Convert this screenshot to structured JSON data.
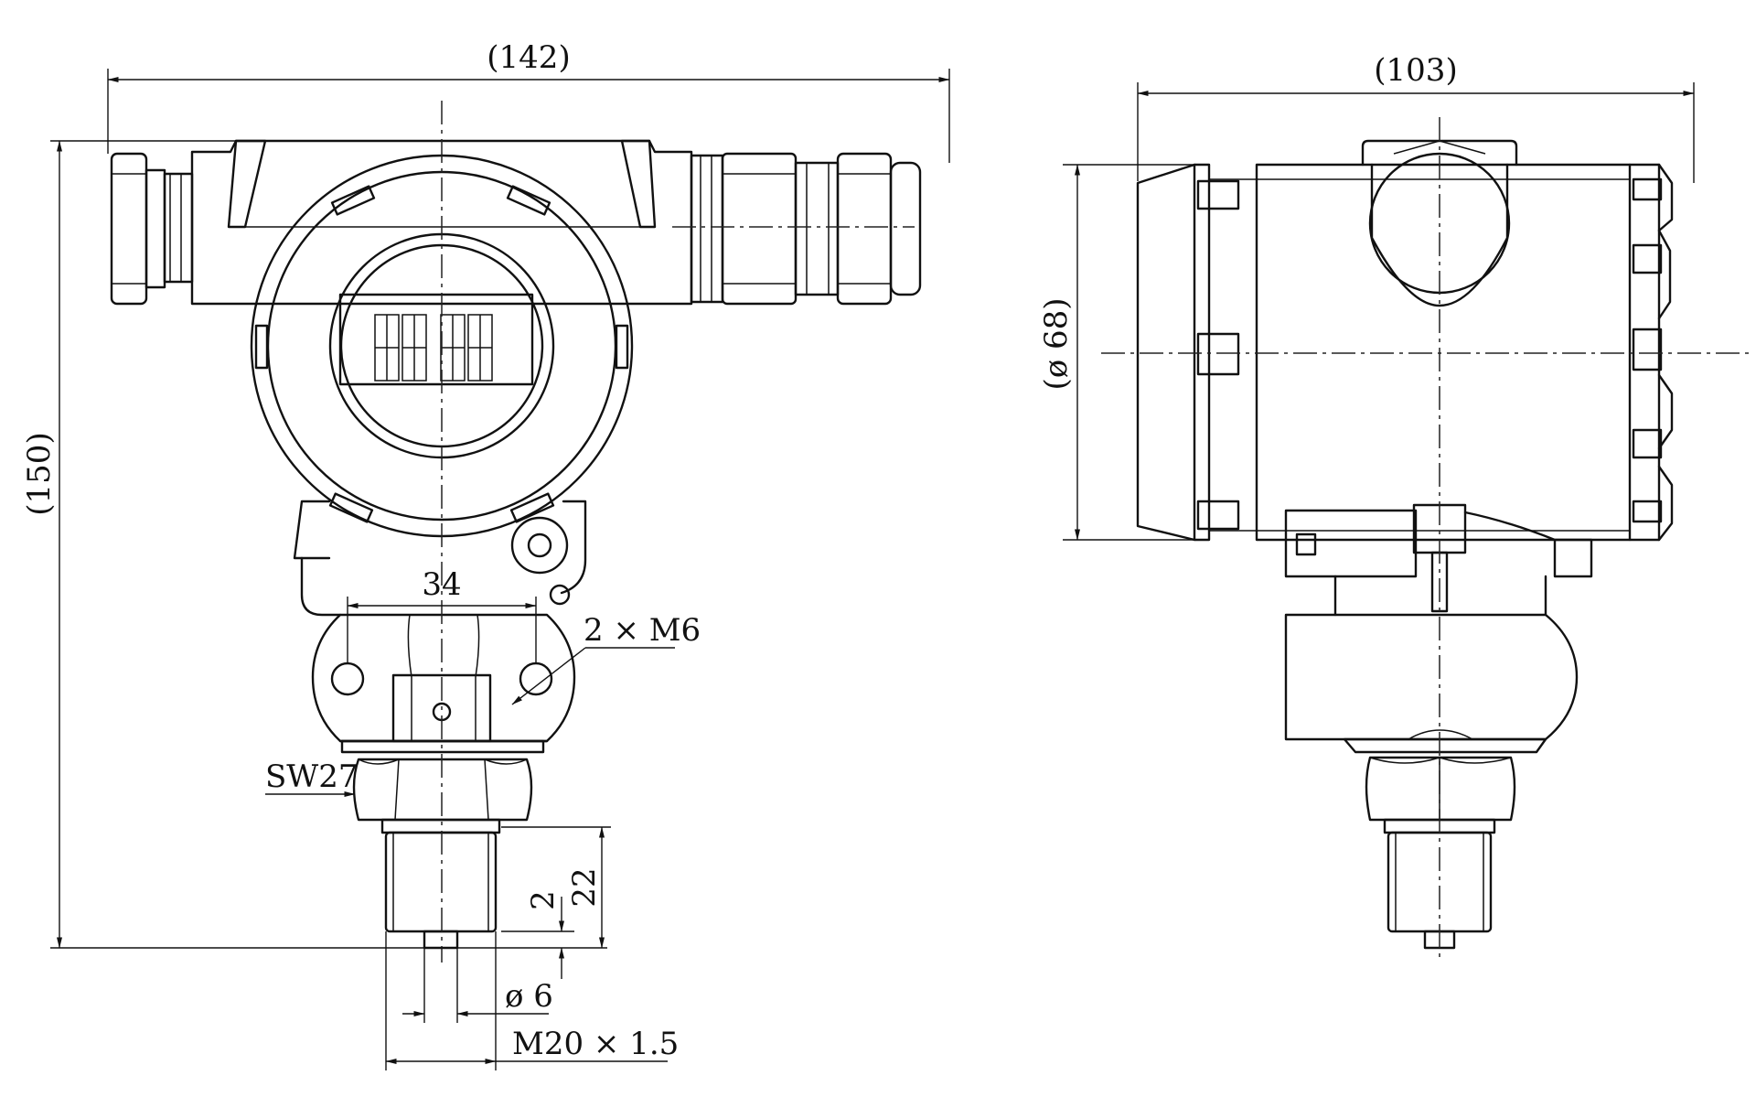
{
  "dimensions": {
    "front_width": "(142)",
    "front_height": "(150)",
    "mount_spacing": "34",
    "mount_holes": "2 × M6",
    "hex_size": "SW27",
    "thread_length": "22",
    "tip_length": "2",
    "tip_diameter": "ø 6",
    "thread": "M20 × 1.5",
    "side_width": "(103)",
    "side_diameter": "(ø 68)"
  }
}
